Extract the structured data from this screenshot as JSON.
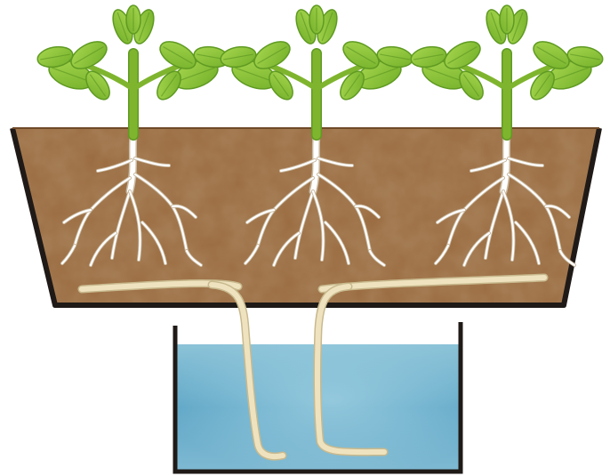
{
  "diagram": {
    "plants": [
      {
        "id": "left"
      },
      {
        "id": "middle"
      },
      {
        "id": "right"
      }
    ],
    "colors": {
      "soil": "#9a6a3f",
      "soil_dark": "#7d5430",
      "soil_light": "#b0814f",
      "planter_outline": "#1f1a17",
      "water": "#6fb0cc",
      "water_dark": "#3f8db0",
      "water_light": "#a8d4e4",
      "leaf": "#8fc63c",
      "leaf_dark": "#5f9a22",
      "stem": "#7fb52e",
      "root": "#ffffff",
      "root_outline": "#c9b9a0",
      "wick": "#efe3bf",
      "wick_outline": "#c8b98e",
      "reservoir_outline": "#1f1a17"
    }
  }
}
